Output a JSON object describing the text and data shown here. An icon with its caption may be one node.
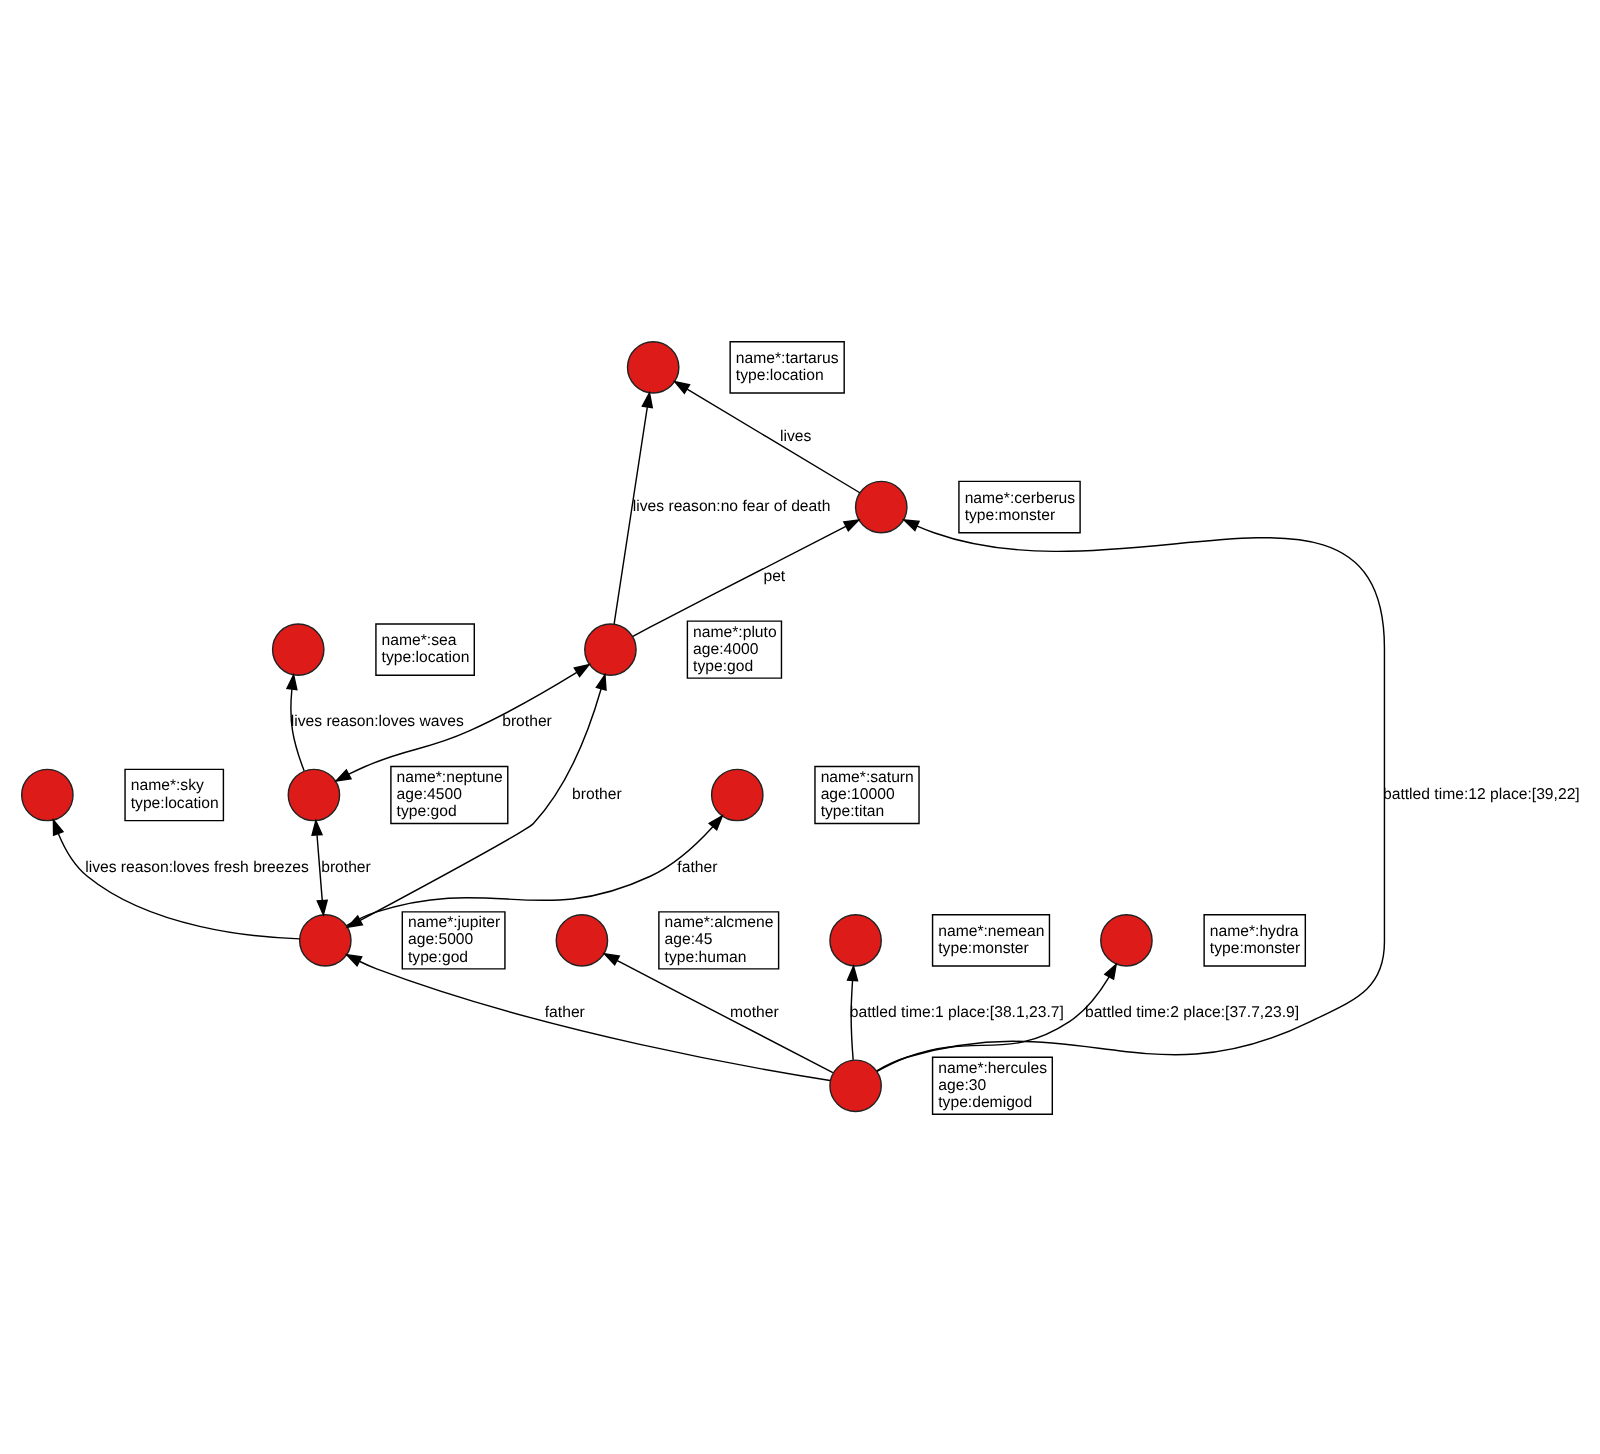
{
  "diagram": {
    "nodes": [
      {
        "text": [],
        "shape": "circle",
        "beside": [
          "name*:saturn",
          "age:10000",
          "type:titan"
        ]
      },
      {
        "text": [],
        "shape": "circle",
        "beside": [
          "name*:sky",
          "type:location"
        ]
      },
      {
        "text": [],
        "shape": "circle",
        "beside": [
          "name*:sea",
          "type:location"
        ]
      },
      {
        "text": [],
        "shape": "circle",
        "beside": [
          "name*:jupiter",
          "age:5000",
          "type:god"
        ]
      },
      {
        "text": [],
        "shape": "circle",
        "beside": [
          "name*:neptune",
          "age:4500",
          "type:god"
        ]
      },
      {
        "text": [],
        "shape": "circle",
        "beside": [
          "name*:hercules",
          "age:30",
          "type:demigod"
        ]
      },
      {
        "text": [],
        "shape": "circle",
        "beside": [
          "name*:alcmene",
          "age:45",
          "type:human"
        ]
      },
      {
        "text": [],
        "shape": "circle",
        "beside": [
          "name*:pluto",
          "age:4000",
          "type:god"
        ]
      },
      {
        "text": [],
        "shape": "circle",
        "beside": [
          "name*:nemean",
          "type:monster"
        ]
      },
      {
        "text": [],
        "shape": "circle",
        "beside": [
          "name*:hydra",
          "type:monster"
        ]
      },
      {
        "text": [],
        "shape": "circle",
        "beside": [
          "name*:cerberus",
          "type:monster"
        ]
      },
      {
        "text": [],
        "shape": "circle",
        "beside": [
          "name*:tartarus",
          "type:location"
        ]
      }
    ],
    "edges": [
      {
        "from": 3,
        "to": 0,
        "arrow": "to",
        "label": "father"
      },
      {
        "from": 3,
        "to": 1,
        "arrow": "to",
        "label": "lives reason:loves fresh breezes"
      },
      {
        "from": 4,
        "to": 2,
        "arrow": "to",
        "label": "lives reason:loves waves"
      },
      {
        "from": 3,
        "to": 4,
        "arrow": "both",
        "label": "brother"
      },
      {
        "from": 5,
        "to": 3,
        "arrow": "to",
        "label": "father"
      },
      {
        "from": 5,
        "to": 6,
        "arrow": "to",
        "label": "mother"
      },
      {
        "from": 3,
        "to": 7,
        "arrow": "both",
        "label": "brother"
      },
      {
        "from": 4,
        "to": 7,
        "arrow": "both",
        "label": "brother"
      },
      {
        "from": 5,
        "to": 8,
        "arrow": "to",
        "label": "battled time:1 place:[38.1,23.7]"
      },
      {
        "from": 5,
        "to": 9,
        "arrow": "to",
        "label": "battled time:2 place:[37.7,23.9]"
      },
      {
        "from": 5,
        "to": 10,
        "arrow": "to",
        "label": "battled time:12 place:[39,22]"
      },
      {
        "from": 7,
        "to": 10,
        "arrow": "to",
        "label": "pet"
      },
      {
        "from": 7,
        "to": 11,
        "arrow": "to",
        "label": "lives reason:no fear of death"
      },
      {
        "from": 10,
        "to": 11,
        "arrow": "to",
        "label": "lives"
      }
    ]
  }
}
